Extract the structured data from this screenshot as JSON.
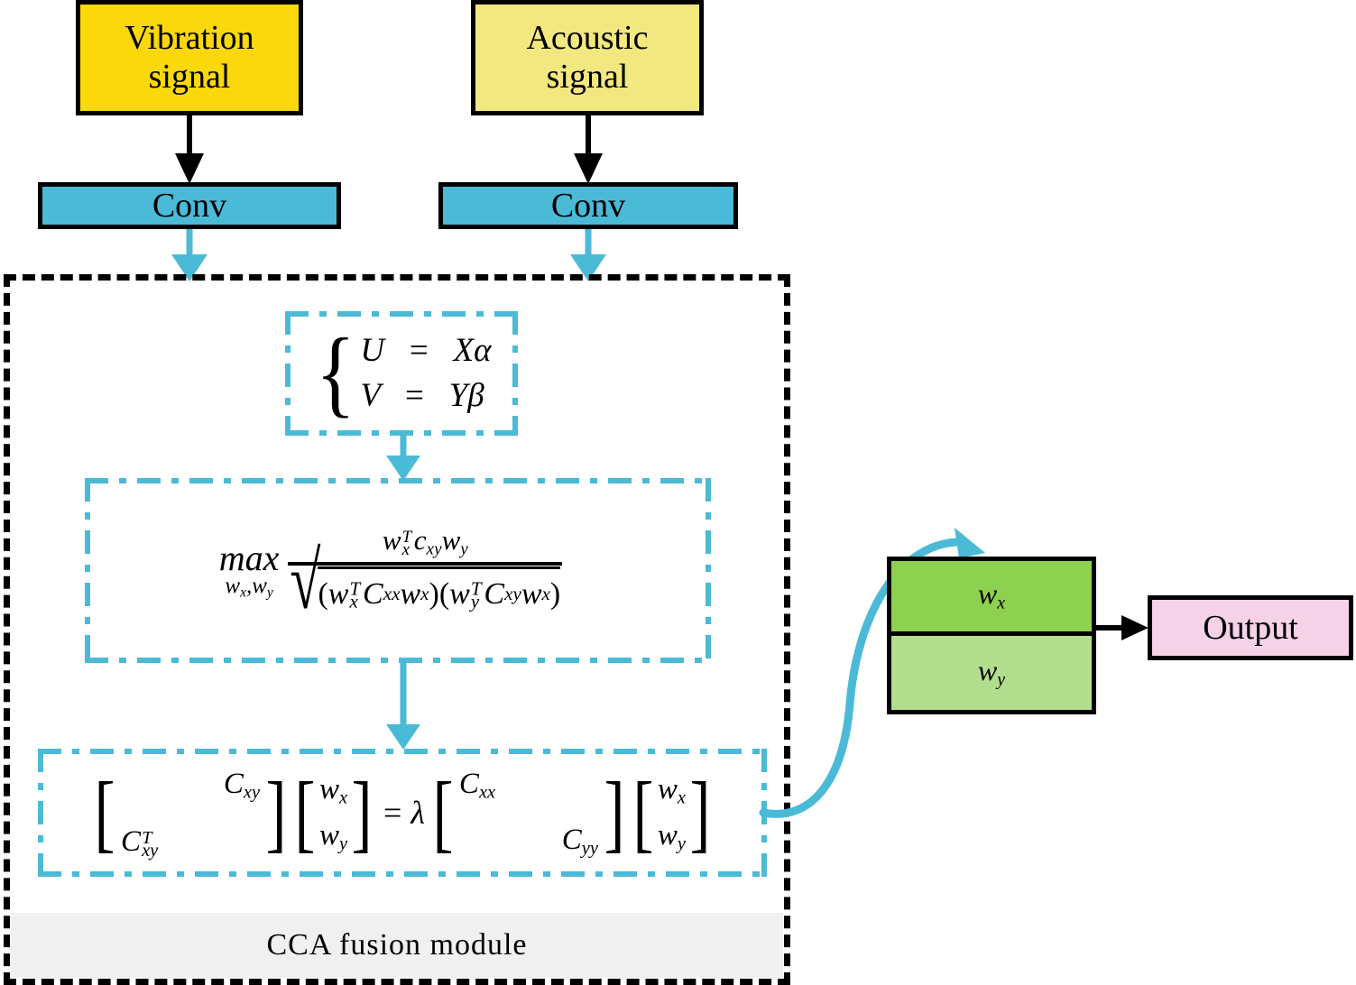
{
  "diagram": {
    "title": "CCA fusion module architecture",
    "colors": {
      "vibration_fill": "#FBD80B",
      "acoustic_fill": "#F2E87F",
      "conv_fill": "#4BBAD6",
      "wx_fill": "#8ED04F",
      "wy_fill": "#B2DF8D",
      "output_fill": "#F5D2E8",
      "cyan_accent": "#4BBAD6",
      "module_band": "#F0F0F0",
      "outline": "#000000"
    },
    "inputs": [
      {
        "id": "vibration",
        "label_line1": "Vibration",
        "label_line2": "signal"
      },
      {
        "id": "acoustic",
        "label_line1": "Acoustic",
        "label_line2": "signal"
      }
    ],
    "conv_blocks": [
      {
        "id": "conv-left",
        "label": "Conv"
      },
      {
        "id": "conv-right",
        "label": "Conv"
      }
    ],
    "module": {
      "label": "CCA  fusion  module"
    },
    "formulas": {
      "definitions": {
        "brace": "{",
        "line1": {
          "lhs": "U",
          "eq": "=",
          "rhs_var": "X",
          "rhs_coef": "α"
        },
        "line2": {
          "lhs": "V",
          "eq": "=",
          "rhs_var": "Y",
          "rhs_coef": "β"
        },
        "plain": "{ U = Xα ; V = Yβ }"
      },
      "objective": {
        "operator": "max",
        "operator_subscript_1": "w",
        "operator_subscript_1_sub": "x",
        "operator_subscript_comma": ",",
        "operator_subscript_2": "w",
        "operator_subscript_2_sub": "y",
        "numerator": "w_x^T c_xy w_y",
        "denominator": "sqrt((w_x^T C_xx w_x)(w_y^T C_xy w_x))",
        "num_t1_base": "w",
        "num_t1_sup": "T",
        "num_t1_sub": "x",
        "num_t2_base": "c",
        "num_t2_sub": "xy",
        "num_t3_base": "w",
        "num_t3_sub": "y",
        "den_g1_t1_base": "w",
        "den_g1_t1_sup": "T",
        "den_g1_t1_sub": "x",
        "den_g1_t2_base": "C",
        "den_g1_t2_sub": "xx",
        "den_g1_t3_base": "w",
        "den_g1_t3_sub": "x",
        "den_g2_t1_base": "w",
        "den_g2_t1_sup": "T",
        "den_g2_t1_sub": "y",
        "den_g2_t2_base": "C",
        "den_g2_t2_sub": "xy",
        "den_g2_t3_base": "w",
        "den_g2_t3_sub": "x",
        "radical_sign": "√",
        "paren_open": "(",
        "paren_close": ")",
        "plain": "max over w_x,w_y of (w_x^T c_xy w_y) / sqrt((w_x^T C_xx w_x)(w_y^T C_xy w_x))"
      },
      "eigen": {
        "left_matrix": {
          "top_right_base": "C",
          "top_right_sub": "xy",
          "bottom_left_base": "C",
          "bottom_left_sup": "T",
          "bottom_left_sub": "xy"
        },
        "left_vector": {
          "row1_base": "w",
          "row1_sub": "x",
          "row2_base": "w",
          "row2_sub": "y"
        },
        "equals": "=",
        "lambda": "λ",
        "right_matrix": {
          "top_left_base": "C",
          "top_left_sub": "xx",
          "bottom_right_base": "C",
          "bottom_right_sub": "yy"
        },
        "right_vector": {
          "row1_base": "w",
          "row1_sub": "x",
          "row2_base": "w",
          "row2_sub": "y"
        },
        "bracket_open": "[",
        "bracket_close": "]",
        "plain": "[ C_xy ; C_xy^T ][w_x; w_y] = λ[ C_xx ; C_yy ][w_x; w_y]"
      }
    },
    "weights": {
      "cell_wx": {
        "base": "w",
        "sub": "x"
      },
      "cell_wy": {
        "base": "w",
        "sub": "y"
      }
    },
    "output": {
      "label": "Output"
    }
  }
}
